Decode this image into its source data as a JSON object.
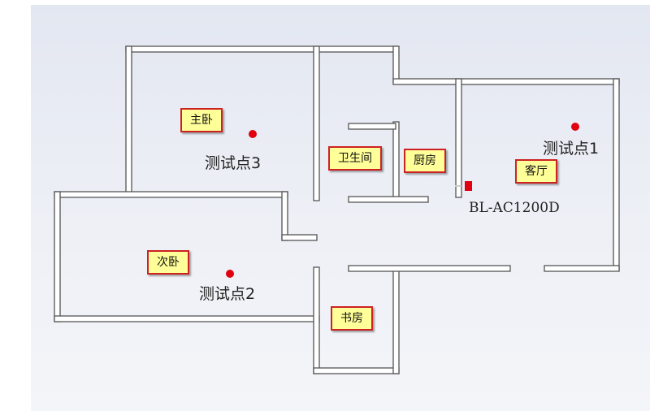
{
  "rooms": {
    "master_bedroom": "主卧",
    "bathroom": "卫生间",
    "kitchen": "厨房",
    "living_room": "客厅",
    "second_bedroom": "次卧",
    "study": "书房"
  },
  "test_points": {
    "point1": "测试点1",
    "point2": "测试点2",
    "point3": "测试点3"
  },
  "device": {
    "model": "BL-AC1200D"
  },
  "colors": {
    "wall_fill": "#ffffff",
    "wall_stroke": "#555555",
    "marker": "#e00010",
    "label_bg": "#ffff99",
    "label_border": "#cc2222"
  }
}
